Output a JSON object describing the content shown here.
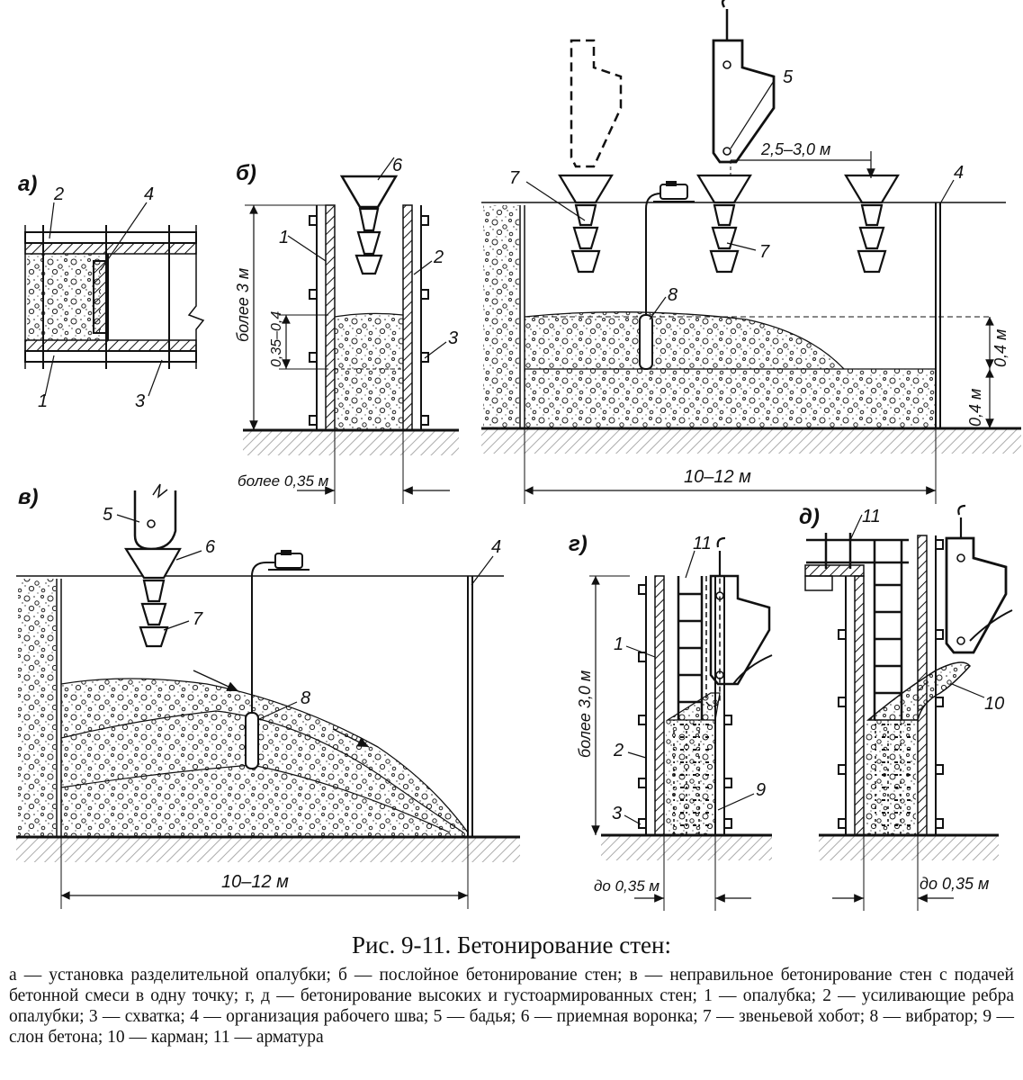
{
  "figure": {
    "panels": [
      "а)",
      "б)",
      "в)",
      "г)",
      "д)"
    ],
    "numbers": {
      "n1": "1",
      "n2": "2",
      "n3": "3",
      "n4": "4",
      "n5": "5",
      "n6": "6",
      "n7": "7",
      "n8": "8",
      "n9": "9",
      "n10": "10",
      "n11": "11"
    },
    "dims": {
      "more_3m": "более 3 м",
      "layer_035_04": "0,35–0,4",
      "more_035m": "более 0,35 м",
      "span_10_12": "10–12 м",
      "reach_25_30": "2,5–3,0 м",
      "layer_04_top": "0,4 м",
      "layer_04_bottom": "0,4 м",
      "more_30m": "более 3,0 м",
      "upto_035_g": "до 0,35 м",
      "upto_035_d": "до 0,35 м"
    }
  },
  "caption": {
    "title": "Рис. 9-11. Бетонирование стен:",
    "body": "а — установка разделительной опалубки; б — послойное бетонирование стен; в — неправильное бетонирование стен с подачей бетонной смеси в одну точку; г, д — бетонирование высоких и густоармированных стен; 1 — опалубка; 2 — усиливающие ребра опалубки; 3 — схватка; 4 — организация рабочего шва; 5 — бадья; 6 — приемная воронка; 7 — звеньевой хобот; 8 — вибратор; 9 — слон бетона; 10 — карман; 11 — арматура"
  }
}
